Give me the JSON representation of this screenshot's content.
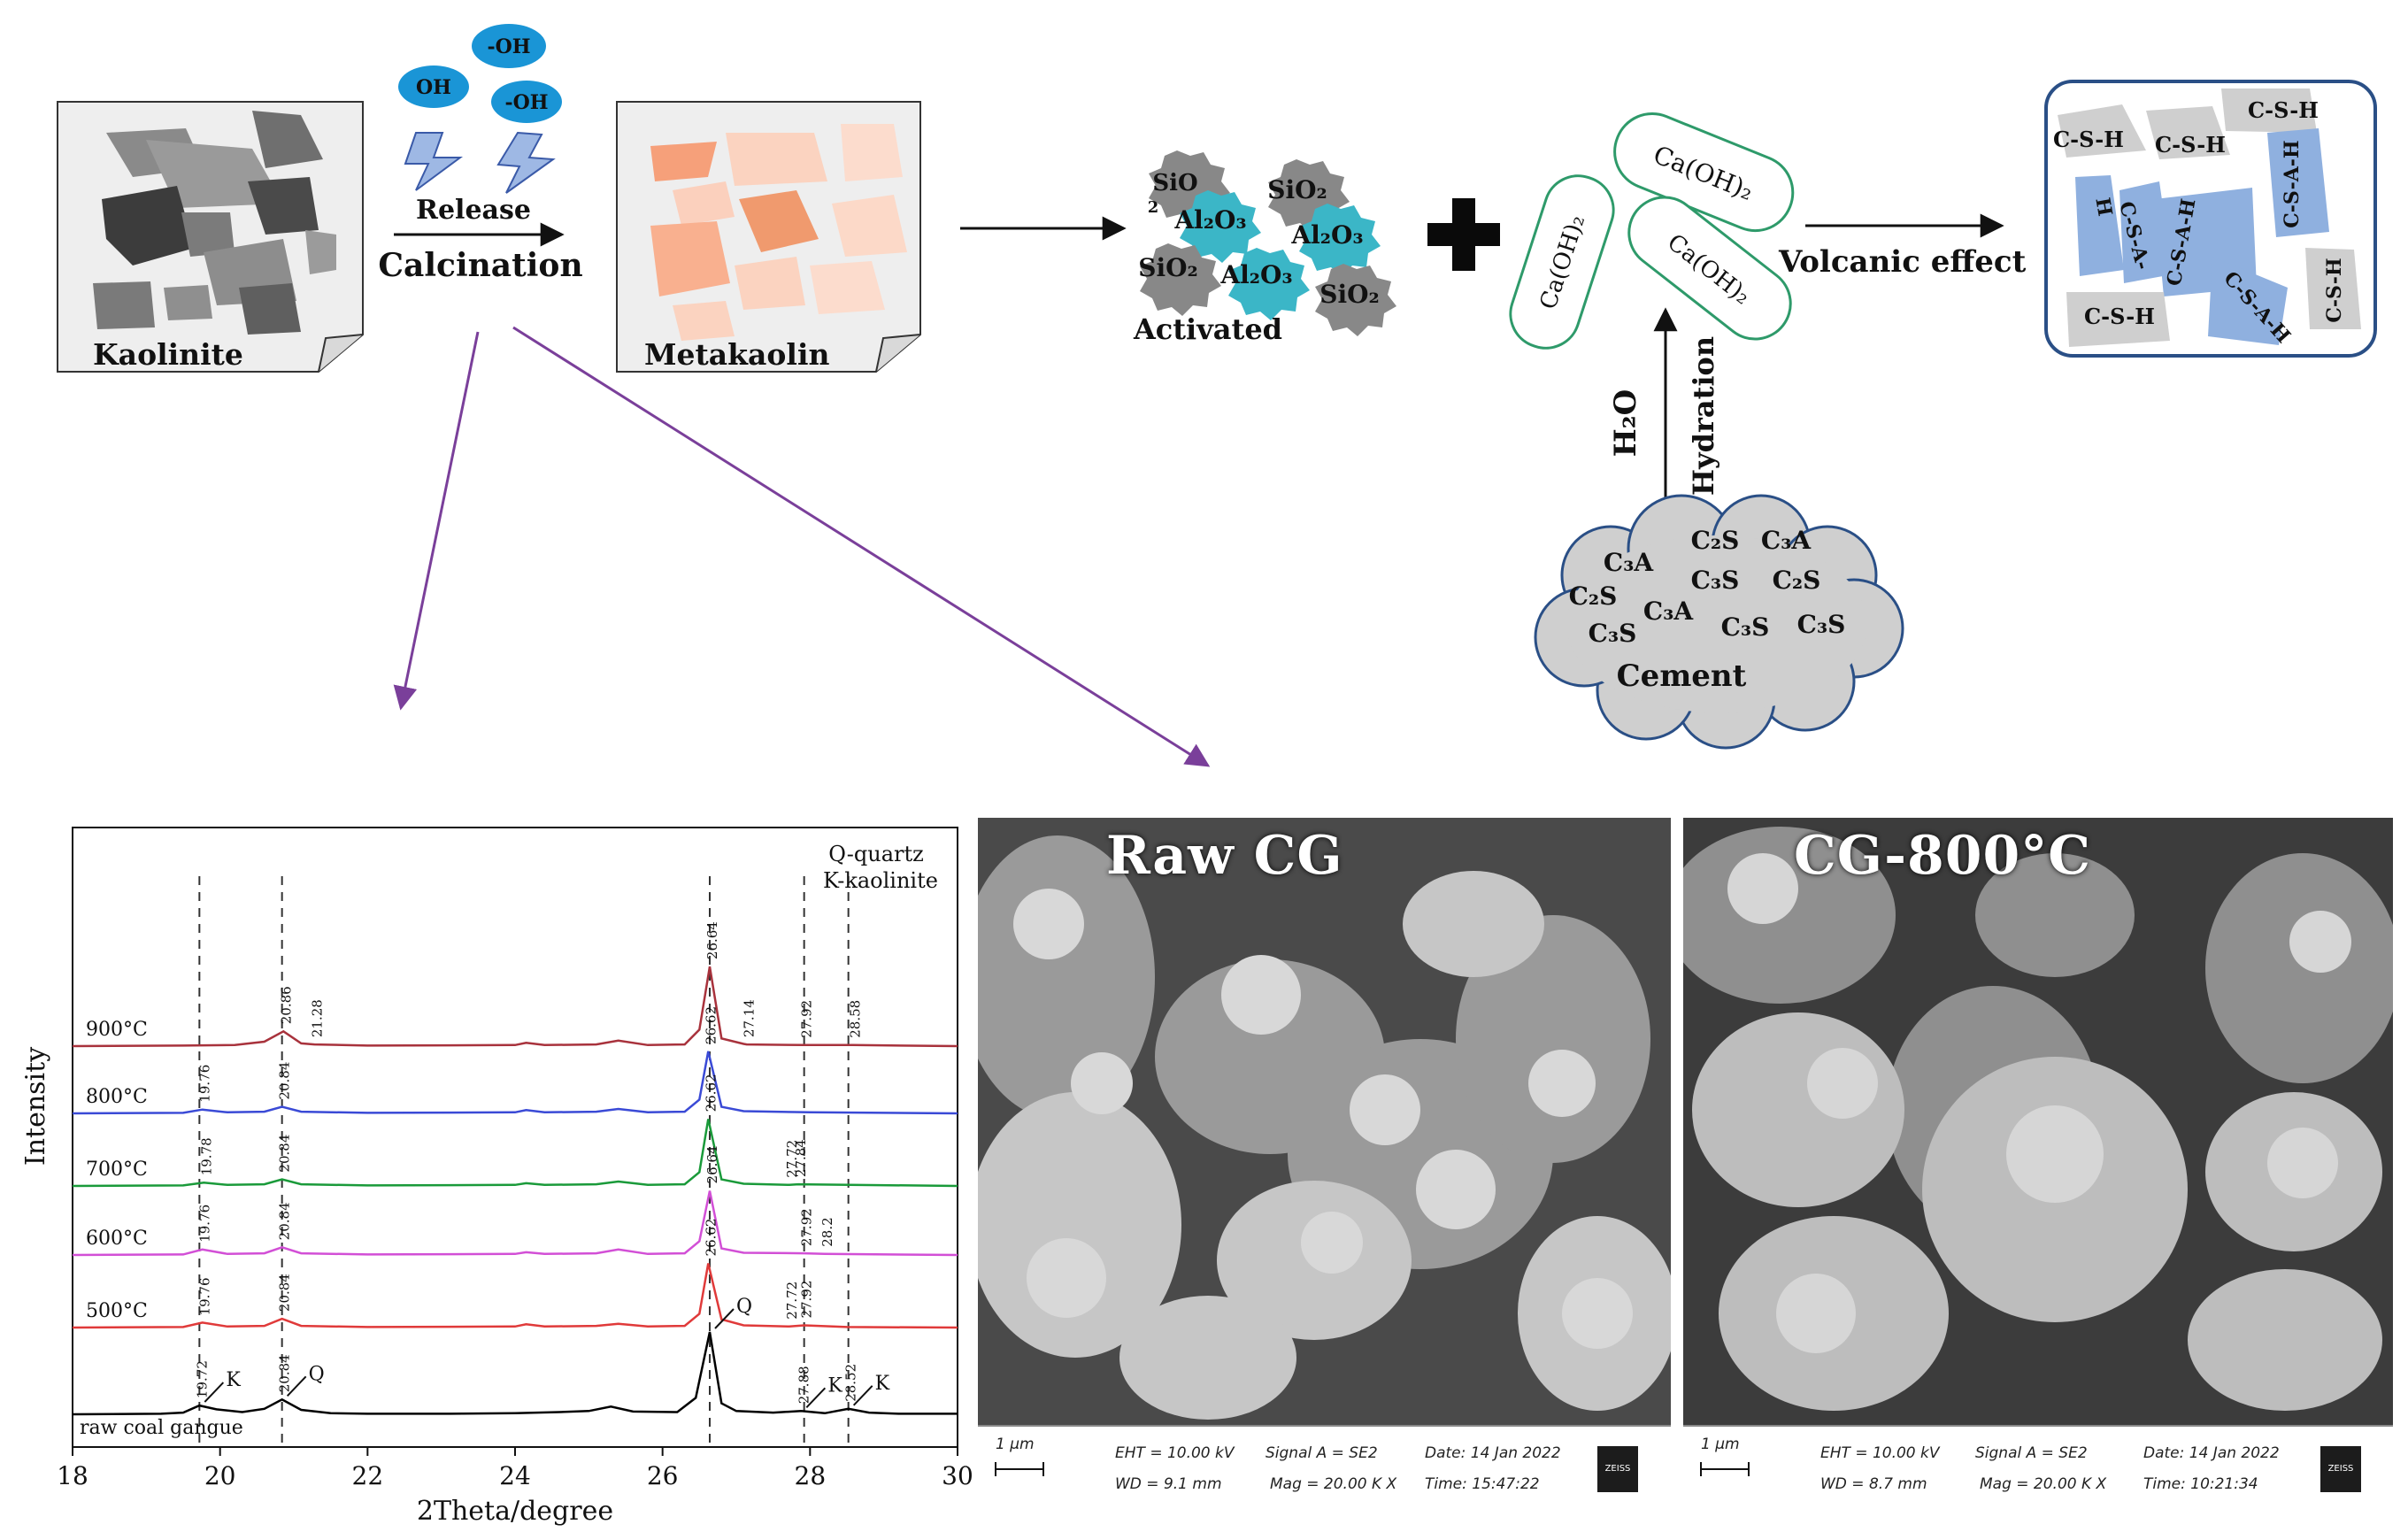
{
  "process": {
    "kaolinite_label": "Kaolinite",
    "metakaolin_label": "Metakaolin",
    "release_label": "Release",
    "calcination_label": "Calcination",
    "oh_labels": [
      "-OH",
      "OH",
      "-OH"
    ],
    "activated_label": "Activated",
    "activated_oxides": [
      "SiO",
      "2",
      "Al₂O₃",
      "SiO₂",
      "Al₂O₃",
      "SiO₂",
      "Al₂O₃",
      "SiO₂"
    ],
    "caoh_labels": [
      "Ca(OH)₂",
      "Ca(OH)₂",
      "Ca(OH)₂"
    ],
    "volcanic_label": "Volcanic effect",
    "h2o_label": "H₂O",
    "hydration_label": "Hydration",
    "cement_label": "Cement",
    "cement_phases": [
      "C₃A",
      "C₂S",
      "C₃A",
      "C₂S",
      "C₃S",
      "C₂S",
      "C₃A",
      "C₃S",
      "C₃S",
      "C₃S"
    ],
    "product_labels": [
      "C-S-H",
      "C-S-H",
      "C-S-H",
      "C-S-A-H",
      "H",
      "C-S-A-H",
      "C-S-A-",
      "C-S-A-H",
      "C-S-H",
      "C-S-H"
    ],
    "colors": {
      "oh_blue": "#1a95d6",
      "teal": "#3bb6c7",
      "gray_particle": "#888888",
      "green_outline": "#2e9a6a",
      "product_blue": "#8fb0df",
      "purple_arrow": "#7a3f9a"
    }
  },
  "chart_data": {
    "type": "line",
    "xlabel": "2Theta/degree",
    "ylabel": "Intensity",
    "xlim": [
      18,
      30
    ],
    "xticks": [
      18,
      20,
      22,
      24,
      26,
      28,
      30
    ],
    "legend_text": [
      "Q-quartz",
      "K-kaolinite"
    ],
    "reference_lines": [
      19.72,
      20.84,
      26.64,
      27.92,
      28.52
    ],
    "series": [
      {
        "name": "raw coal gangue",
        "color": "#000000",
        "x": [
          18.0,
          19.2,
          19.5,
          19.72,
          19.95,
          20.3,
          20.6,
          20.84,
          21.1,
          21.5,
          22.0,
          23.0,
          24.0,
          24.6,
          25.0,
          25.3,
          25.6,
          26.2,
          26.45,
          26.64,
          26.8,
          27.0,
          27.5,
          27.88,
          28.2,
          28.52,
          28.8,
          29.2,
          30.0
        ],
        "y": [
          0,
          1,
          3,
          16,
          9,
          4,
          10,
          27,
          8,
          2,
          1,
          1,
          2,
          4,
          6,
          14,
          5,
          4,
          30,
          150,
          20,
          6,
          3,
          6,
          2,
          10,
          3,
          1,
          1
        ]
      },
      {
        "name": "500°C",
        "color": "#e03a3a",
        "x": [
          18.0,
          19.5,
          19.76,
          20.1,
          20.6,
          20.84,
          21.1,
          22.0,
          24.0,
          24.15,
          24.4,
          25.1,
          25.4,
          25.8,
          26.3,
          26.5,
          26.62,
          26.8,
          27.1,
          27.72,
          27.92,
          28.5,
          30.0
        ],
        "y": [
          0,
          1,
          9,
          2,
          3,
          16,
          3,
          1,
          2,
          6,
          2,
          3,
          7,
          2,
          3,
          25,
          117,
          15,
          4,
          2,
          4,
          1,
          0
        ]
      },
      {
        "name": "600°C",
        "color": "#d24fd6",
        "x": [
          18.0,
          19.5,
          19.76,
          20.1,
          20.6,
          20.84,
          21.1,
          22.0,
          24.0,
          24.15,
          24.4,
          25.1,
          25.4,
          25.8,
          26.3,
          26.5,
          26.64,
          26.8,
          27.1,
          27.92,
          28.2,
          30.0
        ],
        "y": [
          0,
          1,
          10,
          2,
          3,
          14,
          3,
          1,
          2,
          5,
          2,
          3,
          10,
          2,
          3,
          25,
          117,
          12,
          4,
          3,
          2,
          0
        ]
      },
      {
        "name": "700°C",
        "color": "#1a9a3a",
        "x": [
          18.0,
          19.5,
          19.78,
          20.1,
          20.6,
          20.84,
          21.1,
          22.0,
          24.0,
          24.15,
          24.4,
          25.1,
          25.4,
          25.8,
          26.3,
          26.5,
          26.62,
          26.8,
          27.1,
          27.72,
          27.84,
          30.0
        ],
        "y": [
          0,
          1,
          6,
          2,
          3,
          12,
          3,
          1,
          2,
          5,
          2,
          3,
          8,
          2,
          3,
          25,
          122,
          12,
          4,
          2,
          3,
          0
        ]
      },
      {
        "name": "800°C",
        "color": "#3a4ad6",
        "x": [
          18.0,
          19.5,
          19.76,
          20.1,
          20.6,
          20.84,
          21.1,
          22.0,
          24.0,
          24.15,
          24.4,
          25.1,
          25.4,
          25.8,
          26.3,
          26.5,
          26.62,
          26.8,
          27.1,
          28.0,
          30.0
        ],
        "y": [
          0,
          1,
          7,
          2,
          3,
          12,
          3,
          1,
          2,
          6,
          2,
          3,
          8,
          2,
          3,
          25,
          113,
          12,
          4,
          2,
          0
        ]
      },
      {
        "name": "900°C",
        "color": "#a8323c",
        "x": [
          18.0,
          19.5,
          20.2,
          20.6,
          20.86,
          21.1,
          21.28,
          22.0,
          24.0,
          24.15,
          24.4,
          25.1,
          25.4,
          25.8,
          26.3,
          26.5,
          26.64,
          26.8,
          27.1,
          27.14,
          27.92,
          28.58,
          30.0
        ],
        "y": [
          0,
          1,
          2,
          8,
          27,
          5,
          3,
          1,
          2,
          6,
          2,
          3,
          10,
          2,
          3,
          30,
          145,
          14,
          4,
          3,
          2,
          2,
          0
        ]
      }
    ],
    "peak_labels": [
      {
        "series": 0,
        "x": 19.72,
        "text": "19.72"
      },
      {
        "series": 0,
        "x": 20.84,
        "text": "20.84"
      },
      {
        "series": 0,
        "x": 27.88,
        "text": "27.88"
      },
      {
        "series": 0,
        "x": 28.52,
        "text": "28.52"
      },
      {
        "series": 1,
        "x": 19.76,
        "text": "19.76"
      },
      {
        "series": 1,
        "x": 20.84,
        "text": "20.84"
      },
      {
        "series": 1,
        "x": 26.62,
        "text": "26.62"
      },
      {
        "series": 1,
        "x": 27.72,
        "text": "27.72"
      },
      {
        "series": 1,
        "x": 27.92,
        "text": "27.92"
      },
      {
        "series": 2,
        "x": 19.76,
        "text": "19.76"
      },
      {
        "series": 2,
        "x": 20.84,
        "text": "20.84"
      },
      {
        "series": 2,
        "x": 26.64,
        "text": "26.64"
      },
      {
        "series": 2,
        "x": 27.92,
        "text": "27.92"
      },
      {
        "series": 2,
        "x": 28.2,
        "text": "28.2"
      },
      {
        "series": 3,
        "x": 19.78,
        "text": "19.78"
      },
      {
        "series": 3,
        "x": 20.84,
        "text": "20.84"
      },
      {
        "series": 3,
        "x": 26.62,
        "text": "26.62"
      },
      {
        "series": 3,
        "x": 27.72,
        "text": "27.72"
      },
      {
        "series": 3,
        "x": 27.84,
        "text": "27.84"
      },
      {
        "series": 4,
        "x": 19.76,
        "text": "19.76"
      },
      {
        "series": 4,
        "x": 20.84,
        "text": "20.84"
      },
      {
        "series": 4,
        "x": 26.62,
        "text": "26.62"
      },
      {
        "series": 5,
        "x": 20.86,
        "text": "20.86"
      },
      {
        "series": 5,
        "x": 21.28,
        "text": "21.28"
      },
      {
        "series": 5,
        "x": 26.64,
        "text": "26.64"
      },
      {
        "series": 5,
        "x": 27.14,
        "text": "27.14"
      },
      {
        "series": 5,
        "x": 27.92,
        "text": "27.92"
      },
      {
        "series": 5,
        "x": 28.58,
        "text": "28.58"
      }
    ],
    "phase_marks": [
      {
        "x": 19.72,
        "text": "K"
      },
      {
        "x": 20.84,
        "text": "Q"
      },
      {
        "x": 26.64,
        "text": "Q"
      },
      {
        "x": 27.88,
        "text": "K"
      },
      {
        "x": 28.52,
        "text": "K"
      }
    ]
  },
  "sem": [
    {
      "title": "Raw CG",
      "scale": "1 μm",
      "eht": "EHT = 10.00 kV",
      "wd": "WD =  9.1 mm",
      "signal": "Signal A = SE2",
      "mag": "Mag =  20.00 K X",
      "date": "Date: 14 Jan 2022",
      "time": "Time: 15:47:22",
      "brand": "ZEISS"
    },
    {
      "title": "CG-800°C",
      "scale": "1 μm",
      "eht": "EHT = 10.00 kV",
      "wd": "WD =  8.7 mm",
      "signal": "Signal A = SE2",
      "mag": "Mag =  20.00 K X",
      "date": "Date: 14 Jan 2022",
      "time": "Time: 10:21:34",
      "brand": "ZEISS"
    }
  ]
}
